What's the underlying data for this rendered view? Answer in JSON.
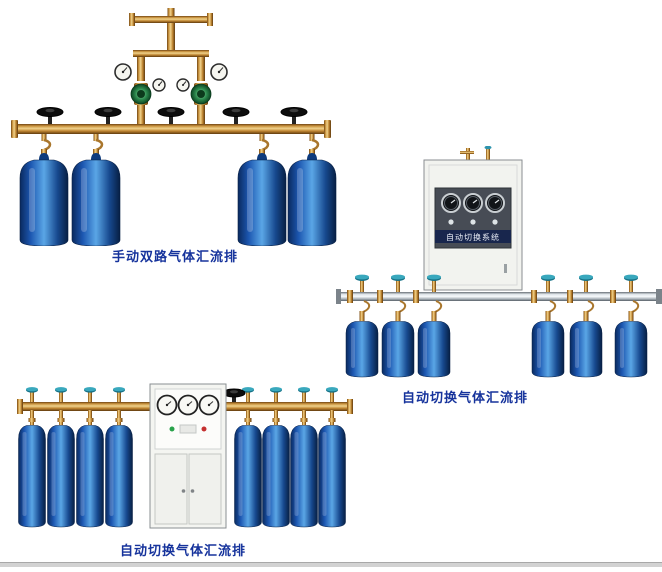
{
  "page": {
    "background": "#ffffff"
  },
  "figures": [
    {
      "caption": "手动双路气体汇流排"
    },
    {
      "caption": "自动切换气体汇流排",
      "cabinet_label": "自动切换系统"
    },
    {
      "caption": "自动切换气体汇流排"
    }
  ],
  "colors": {
    "caption_text": "#16339c",
    "cylinder_blue": "#1c56b0",
    "cylinder_highlight": "#5aa6e6",
    "brass_pipe": "#c8913c",
    "valve_cap_teal": "#2d93ad",
    "handwheel_black": "#111111",
    "cabinet_white": "#f2f3ef",
    "panel_dark": "#474c55"
  }
}
